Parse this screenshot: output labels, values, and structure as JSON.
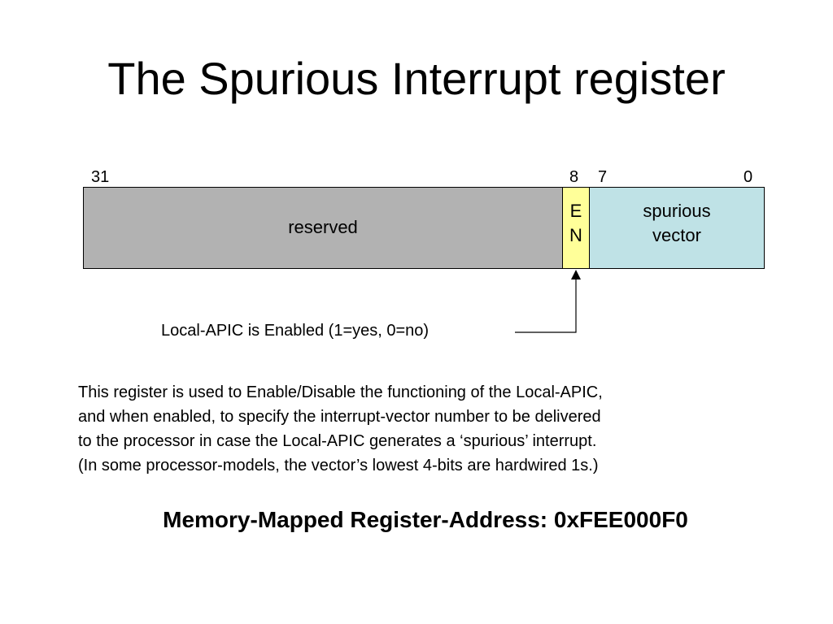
{
  "title": "The Spurious Interrupt register",
  "register": {
    "bit_labels": {
      "bit_31": "31",
      "bit_8": "8",
      "bit_7": "7",
      "bit_0": "0"
    },
    "fields": {
      "reserved": "reserved",
      "en": "E\nN",
      "vector": "spurious\nvector"
    },
    "colors": {
      "reserved": "#b2b2b2",
      "en": "#ffff99",
      "vector": "#bfe2e6"
    }
  },
  "callout": "Local-APIC is Enabled (1=yes, 0=no)",
  "description": [
    "This register is used to Enable/Disable the functioning of the Local-APIC,",
    "and when enabled, to specify the interrupt-vector number to be delivered",
    "to the processor in case the Local-APIC generates a ‘spurious’ interrupt.",
    "(In some processor-models, the vector’s lowest 4-bits are hardwired 1s.)"
  ],
  "address": "Memory-Mapped Register-Address: 0xFEE000F0"
}
